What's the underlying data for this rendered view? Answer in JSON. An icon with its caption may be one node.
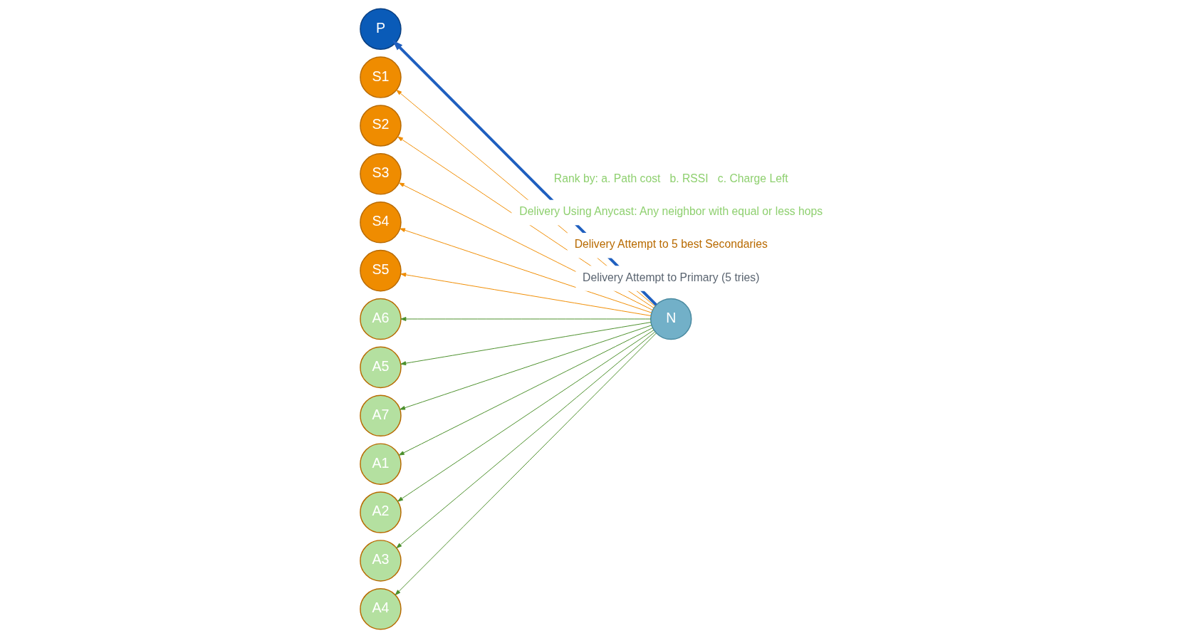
{
  "diagram": {
    "nodes": [
      {
        "text": [
          "P"
        ]
      },
      {
        "text": [
          "S1"
        ]
      },
      {
        "text": [
          "S2"
        ]
      },
      {
        "text": [
          "S3"
        ]
      },
      {
        "text": [
          "S4"
        ]
      },
      {
        "text": [
          "S5"
        ]
      },
      {
        "text": [
          "A6"
        ]
      },
      {
        "text": [
          "A5"
        ]
      },
      {
        "text": [
          "A7"
        ]
      },
      {
        "text": [
          "A1"
        ]
      },
      {
        "text": [
          "A2"
        ]
      },
      {
        "text": [
          "A3"
        ]
      },
      {
        "text": [
          "A4"
        ]
      },
      {
        "text": [
          "N"
        ]
      }
    ],
    "edges": [
      {
        "from": 13,
        "to": 0,
        "arrow": "to",
        "style": "thick",
        "color": "#1f5fbf"
      },
      {
        "from": 13,
        "to": 1,
        "arrow": "to",
        "color": "#f08c00"
      },
      {
        "from": 13,
        "to": 2,
        "arrow": "to",
        "color": "#f08c00"
      },
      {
        "from": 13,
        "to": 3,
        "arrow": "to",
        "color": "#f08c00"
      },
      {
        "from": 13,
        "to": 4,
        "arrow": "to",
        "color": "#f08c00"
      },
      {
        "from": 13,
        "to": 5,
        "arrow": "to",
        "color": "#f08c00"
      },
      {
        "from": 13,
        "to": 6,
        "arrow": "to"
      },
      {
        "from": 13,
        "to": 7,
        "arrow": "to"
      },
      {
        "from": 13,
        "to": 8,
        "arrow": "to"
      },
      {
        "from": 13,
        "to": 9,
        "arrow": "to"
      },
      {
        "from": 13,
        "to": 10,
        "arrow": "to"
      },
      {
        "from": 13,
        "to": 11,
        "arrow": "to"
      },
      {
        "from": 13,
        "to": 12,
        "arrow": "to"
      }
    ],
    "labels": [
      "Delivery Attempt to Primary (5 tries)",
      "Delivery Attempt to 5 best Secondaries",
      "Delivery Using Anycast: Any neighbor with equal or less hops",
      "Rank by: a. Path cost   b. RSSI   c. Charge Left"
    ]
  }
}
